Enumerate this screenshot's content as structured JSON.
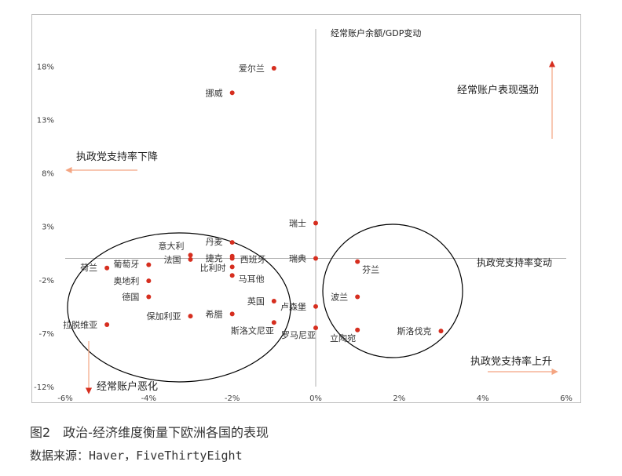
{
  "chart_data": {
    "type": "scatter",
    "title": "",
    "xlabel": "执政党支持率变动",
    "ylabel": "经常账户余额/GDP变动",
    "xlim": [
      -0.06,
      0.06
    ],
    "ylim": [
      -0.12,
      0.2
    ],
    "x_ticks": [
      -0.06,
      -0.04,
      -0.02,
      0.0,
      0.02,
      0.04,
      0.06
    ],
    "x_tick_labels": [
      "-6%",
      "-4%",
      "-2%",
      "0%",
      "2%",
      "4%",
      "6%"
    ],
    "y_ticks": [
      -0.12,
      -0.07,
      -0.02,
      0.03,
      0.08,
      0.13,
      0.18
    ],
    "y_tick_labels": [
      "-12%",
      "-7%",
      "-2%",
      "3%",
      "8%",
      "13%",
      "18%"
    ],
    "point_color": "#d62e1f",
    "points": [
      {
        "label": "爱尔兰",
        "x": -0.01,
        "y": 0.178
      },
      {
        "label": "挪威",
        "x": -0.02,
        "y": 0.155
      },
      {
        "label": "瑞士",
        "x": 0.0,
        "y": 0.033
      },
      {
        "label": "丹麦",
        "x": -0.02,
        "y": 0.015
      },
      {
        "label": "意大利",
        "x": -0.03,
        "y": 0.003
      },
      {
        "label": "捷克",
        "x": -0.02,
        "y": 0.002
      },
      {
        "label": "西班牙",
        "x": -0.02,
        "y": 0.0
      },
      {
        "label": "法国",
        "x": -0.03,
        "y": -0.001
      },
      {
        "label": "瑞典",
        "x": 0.0,
        "y": 0.0
      },
      {
        "label": "芬兰",
        "x": 0.01,
        "y": -0.003
      },
      {
        "label": "葡萄牙",
        "x": -0.04,
        "y": -0.006
      },
      {
        "label": "荷兰",
        "x": -0.05,
        "y": -0.009
      },
      {
        "label": "比利时",
        "x": -0.02,
        "y": -0.008
      },
      {
        "label": "马耳他",
        "x": -0.02,
        "y": -0.016
      },
      {
        "label": "奥地利",
        "x": -0.04,
        "y": -0.021
      },
      {
        "label": "德国",
        "x": -0.04,
        "y": -0.036
      },
      {
        "label": "波兰",
        "x": 0.01,
        "y": -0.036
      },
      {
        "label": "英国",
        "x": -0.01,
        "y": -0.04
      },
      {
        "label": "卢森堡",
        "x": 0.0,
        "y": -0.045
      },
      {
        "label": "希腊",
        "x": -0.02,
        "y": -0.052
      },
      {
        "label": "保加利亚",
        "x": -0.03,
        "y": -0.054
      },
      {
        "label": "斯洛文尼亚",
        "x": -0.01,
        "y": -0.06
      },
      {
        "label": "拉脱维亚",
        "x": -0.05,
        "y": -0.062
      },
      {
        "label": "罗马尼亚",
        "x": 0.0,
        "y": -0.065
      },
      {
        "label": "立陶宛",
        "x": 0.01,
        "y": -0.067
      },
      {
        "label": "斯洛伐克",
        "x": 0.03,
        "y": -0.068
      }
    ],
    "annotations": {
      "top_right": "经常账户表现强劲",
      "left": "执政党支持率下降",
      "bottom_left": "经常账户恶化",
      "bottom_right": "执政党支持率上升"
    },
    "colors": {
      "arrow": "#f4a582",
      "axis": "#b0b0b0",
      "tick_text": "#404040",
      "label_text": "#333333"
    }
  },
  "figure": {
    "caption": "图2　政治-经济维度衡量下欧洲各国的表现",
    "source": "数据来源：Haver，FiveThirtyEight"
  }
}
